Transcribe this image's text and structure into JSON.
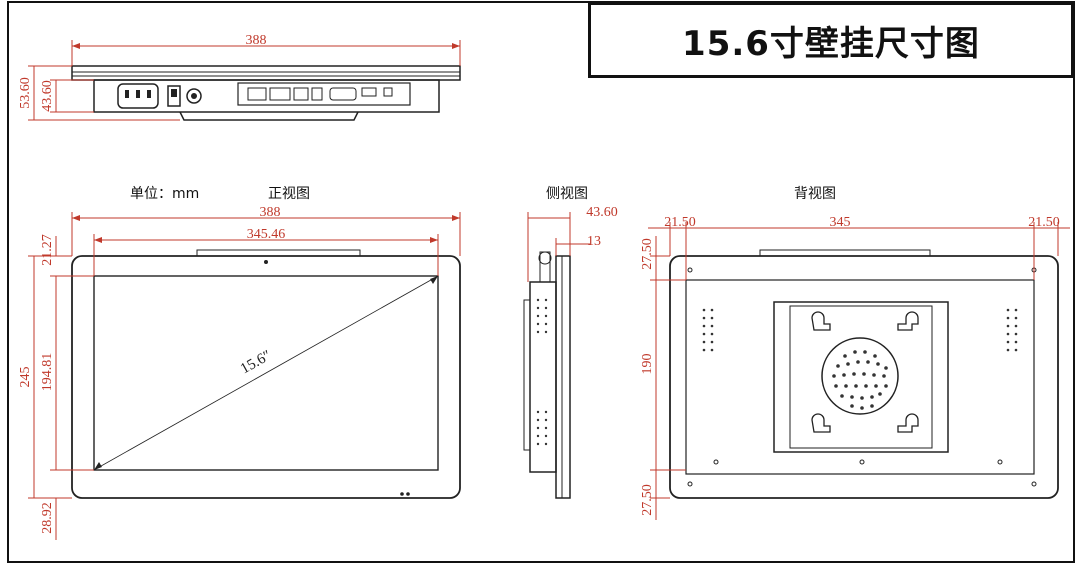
{
  "title": "15.6寸壁挂尺寸图",
  "captions": {
    "unit": "单位：mm",
    "front": "正视图",
    "side": "侧视图",
    "back": "背视图"
  },
  "screen_size": "15.6″",
  "dimensions": {
    "top_width": "388",
    "top_total_height": "53.60",
    "top_body_height": "43.60",
    "front_width": "388",
    "front_screen_width": "345.46",
    "front_top_margin": "21.27",
    "front_height": "245",
    "front_screen_height": "194.81",
    "front_bottom_margin": "28.92",
    "side_depth": "43.60",
    "side_bezel": "13",
    "back_left_margin": "21.50",
    "back_bracket_span": "345",
    "back_right_margin": "21.50",
    "back_top_margin": "27.50",
    "back_bracket_height": "190",
    "back_bottom_margin": "27.50"
  },
  "colors": {
    "dimension": "#c0392b",
    "line": "#222222"
  }
}
